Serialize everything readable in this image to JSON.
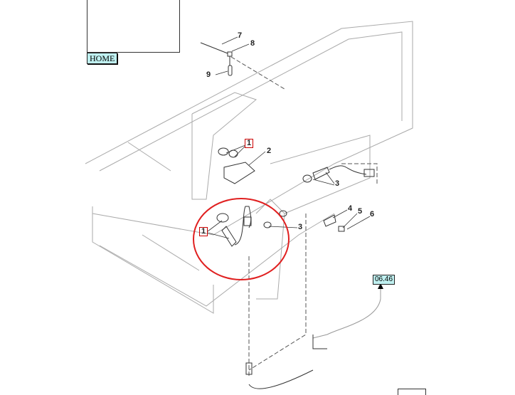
{
  "links": {
    "home": "HOME",
    "ref_page": "06.46"
  },
  "callouts": [
    "7",
    "8",
    "9",
    "1",
    "2",
    "3",
    "1",
    "3",
    "4",
    "5",
    "6"
  ],
  "colors": {
    "highlight": "#e02020",
    "link_bg": "#bff0f0"
  }
}
